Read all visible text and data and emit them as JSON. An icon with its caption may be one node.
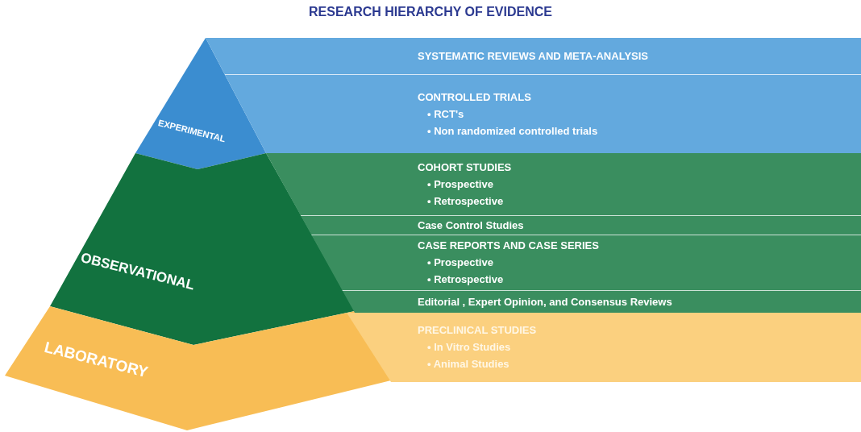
{
  "diagram": {
    "title": "RESEARCH HIERARCHY OF EVIDENCE",
    "nodes": [
      {
        "text": [
          "EXPERIMENTAL"
        ]
      },
      {
        "text": [
          "OBSERVATIONAL"
        ]
      },
      {
        "text": [
          "LABORATORY"
        ]
      },
      {
        "text": [],
        "shape": "band"
      },
      {
        "text": [
          "SYSTEMATIC REVIEWS AND META-ANALYSIS"
        ],
        "in": 3
      },
      {
        "text": [
          "CONTROLLED TRIALS",
          "• RCT's",
          "• Non randomized controlled trials"
        ],
        "in": 3
      },
      {
        "text": [],
        "shape": "band"
      },
      {
        "text": [
          "COHORT STUDIES",
          "• Prospective",
          "• Retrospective"
        ],
        "in": 6
      },
      {
        "text": [
          "Case Control Studies"
        ],
        "in": 6
      },
      {
        "text": [
          "CASE REPORTS AND CASE SERIES",
          "• Prospective",
          "• Retrospective"
        ],
        "in": 6
      },
      {
        "text": [
          "Editorial , Expert Opinion, and Consensus Reviews"
        ],
        "in": 6
      },
      {
        "text": [],
        "shape": "band"
      },
      {
        "text": [
          "PRECLINICAL STUDIES",
          "• In Vitro Studies",
          "• Animal Studies"
        ],
        "in": 11
      }
    ]
  }
}
